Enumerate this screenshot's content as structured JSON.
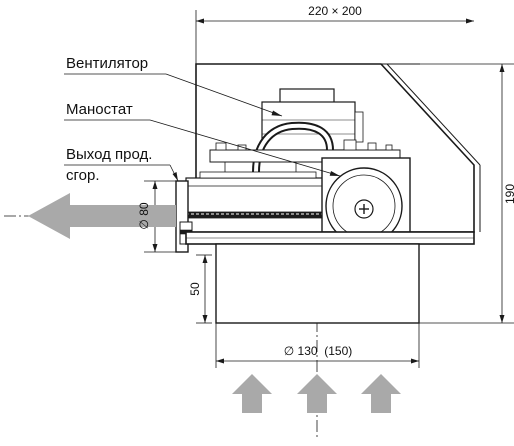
{
  "labels": {
    "fan": "Вентилятор",
    "pressure_switch": "Маностат",
    "exhaust_line1": "Выход прод.",
    "exhaust_line2": "сгор."
  },
  "dimensions": {
    "top_width": "220 × 200",
    "height": "190",
    "outlet_diameter": "∅ 80",
    "collar_height": "50",
    "inlet_diameter": "∅ 130  (150)"
  },
  "colors": {
    "line": "#1a1a1a",
    "arrow": "#a9a9a9",
    "housing_fill": "#ffffff",
    "dark_part": "#1a1a1a"
  }
}
